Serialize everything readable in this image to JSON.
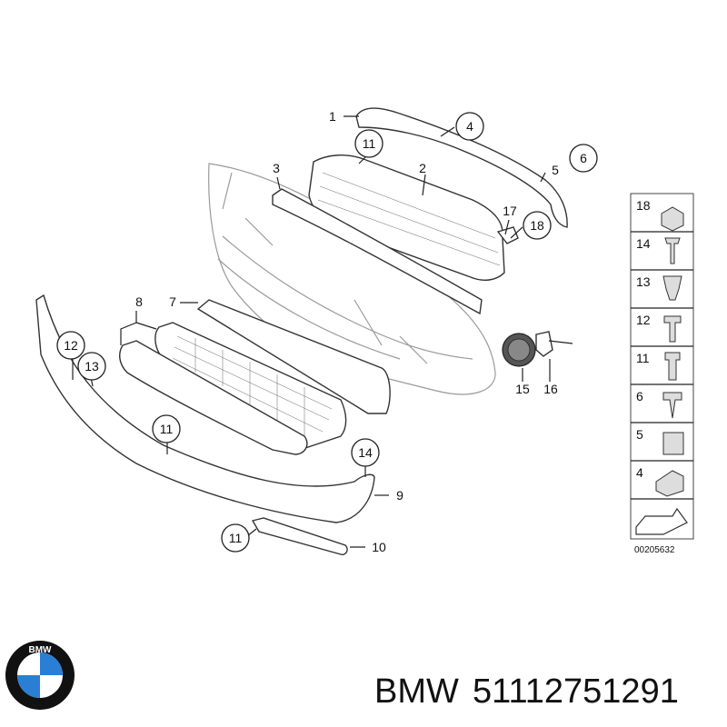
{
  "callouts": {
    "c1": "1",
    "c2": "2",
    "c3": "3",
    "c4": "4",
    "c5": "5",
    "c6": "6",
    "c7": "7",
    "c8": "8",
    "c9": "9",
    "c10": "10",
    "c11a": "11",
    "c11b": "11",
    "c11c": "11",
    "c12": "12",
    "c13": "13",
    "c14": "14",
    "c15": "15",
    "c16": "16",
    "c17": "17",
    "c18": "18"
  },
  "sidebar": {
    "items": [
      {
        "label": "18"
      },
      {
        "label": "14"
      },
      {
        "label": "13"
      },
      {
        "label": "12"
      },
      {
        "label": "11"
      },
      {
        "label": "6"
      },
      {
        "label": "5"
      },
      {
        "label": "4"
      }
    ],
    "diagram_code": "00205632"
  },
  "footer": {
    "brand": "BMW",
    "part_number": "51112751291",
    "logo_letters": "BMW"
  },
  "colors": {
    "line": "#222222",
    "logo_blue": "#2a7fd4",
    "logo_ring": "#111111"
  }
}
